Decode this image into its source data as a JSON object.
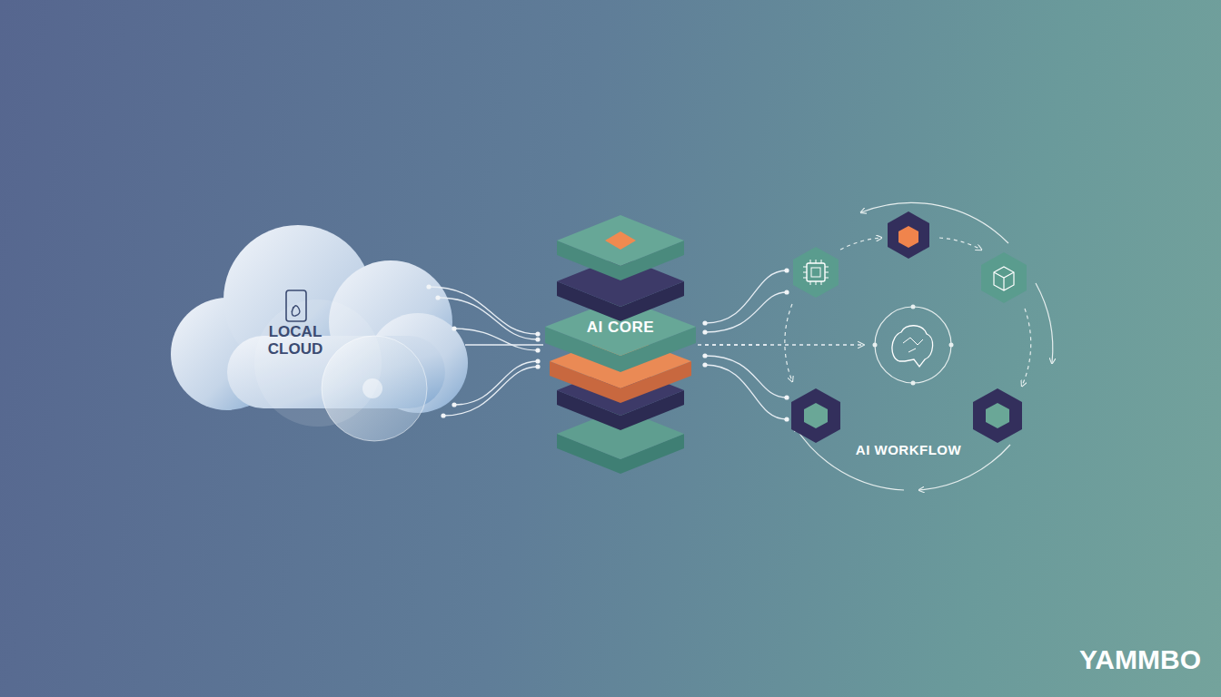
{
  "diagram": {
    "nodes": [
      {
        "text": [
          "LOCAL CLOUD"
        ]
      },
      {
        "text": [
          "AI CORE"
        ]
      },
      {
        "text": [
          "AI WORKFLOW"
        ]
      }
    ],
    "edges": [
      {
        "from": 0,
        "to": 1,
        "arrow": "none"
      },
      {
        "from": 1,
        "to": 2,
        "arrow": "none"
      }
    ],
    "labels": [
      "YAMMBO"
    ]
  }
}
